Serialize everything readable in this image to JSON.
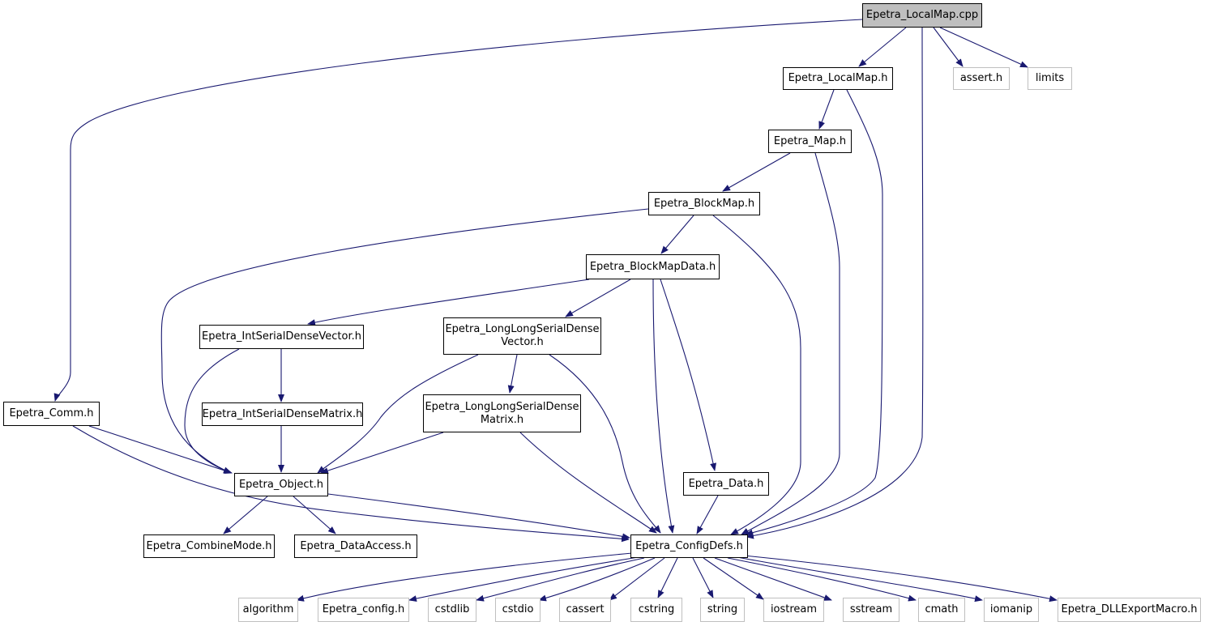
{
  "colors": {
    "edge": "#191970",
    "external_border": "#bfbfbf",
    "root_fill": "#bfbfbf"
  },
  "nodes": {
    "root": "Epetra_LocalMap.cpp",
    "localmap_h": "Epetra_LocalMap.h",
    "assert_h": "assert.h",
    "limits": "limits",
    "map_h": "Epetra_Map.h",
    "blockmap_h": "Epetra_BlockMap.h",
    "blockmapdata_h": "Epetra_BlockMapData.h",
    "intvec_h": "Epetra_IntSerialDenseVector.h",
    "llvec_line1": "Epetra_LongLongSerialDense",
    "llvec_line2": "Vector.h",
    "comm_h": "Epetra_Comm.h",
    "intmat_h": "Epetra_IntSerialDenseMatrix.h",
    "llmat_line1": "Epetra_LongLongSerialDense",
    "llmat_line2": "Matrix.h",
    "object_h": "Epetra_Object.h",
    "data_h": "Epetra_Data.h",
    "combinemode_h": "Epetra_CombineMode.h",
    "dataaccess_h": "Epetra_DataAccess.h",
    "configdefs_h": "Epetra_ConfigDefs.h",
    "algorithm": "algorithm",
    "config_h": "Epetra_config.h",
    "cstdlib": "cstdlib",
    "cstdio": "cstdio",
    "cassert": "cassert",
    "cstring": "cstring",
    "string": "string",
    "iostream": "iostream",
    "sstream": "sstream",
    "cmath": "cmath",
    "iomanip": "iomanip",
    "dllexport_h": "Epetra_DLLExportMacro.h"
  }
}
